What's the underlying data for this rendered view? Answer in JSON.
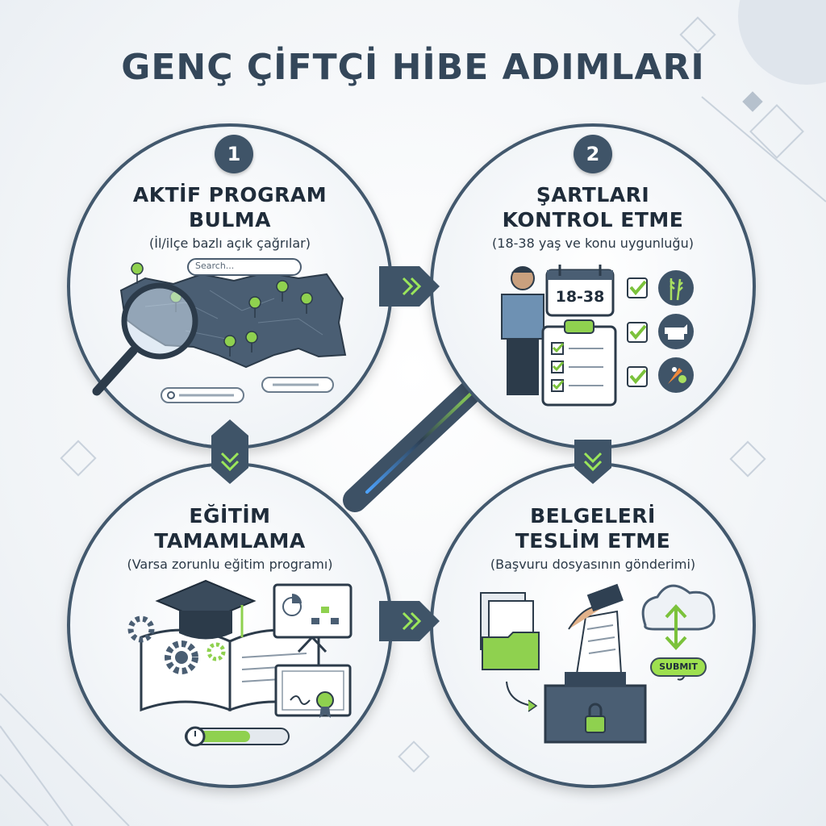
{
  "title": "GENÇ ÇİFTÇİ HİBE ADIMLARI",
  "steps": [
    {
      "number": "1",
      "title_line1": "AKTİF PROGRAM",
      "title_line2": "BULMA",
      "subtitle": "(İl/ilçe bazlı açık çağrılar)"
    },
    {
      "number": "2",
      "title_line1": "ŞARTLARI",
      "title_line2": "KONTROL ETME",
      "subtitle": "(18-38 yaş ve konu uygunluğu)"
    },
    {
      "number": "",
      "title_line1": "EĞİTİM",
      "title_line2": "TAMAMLAMA",
      "subtitle": "(Varsa zorunlu eğitim programı)"
    },
    {
      "number": "",
      "title_line1": "BELGELERİ",
      "title_line2": "TESLİM ETME",
      "subtitle": "(Başvuru dosyasının gönderimi)"
    }
  ],
  "search_placeholder": "Search...",
  "age_range": "18-38",
  "submit_label": "SUBMIT",
  "colors": {
    "accent": "#8fd14f",
    "dark": "#3f5468",
    "ring": "#42586d"
  },
  "icons": [
    "magnifier-icon",
    "map-pin-icon",
    "calendar-icon",
    "clipboard-icon",
    "checkbox-icon",
    "wheat-icon",
    "cow-icon",
    "vegetables-icon",
    "graduation-cap-icon",
    "book-icon",
    "gear-icon",
    "presentation-icon",
    "certificate-icon",
    "progress-bar-icon",
    "folder-icon",
    "document-icon",
    "lock-icon",
    "cloud-upload-icon"
  ]
}
